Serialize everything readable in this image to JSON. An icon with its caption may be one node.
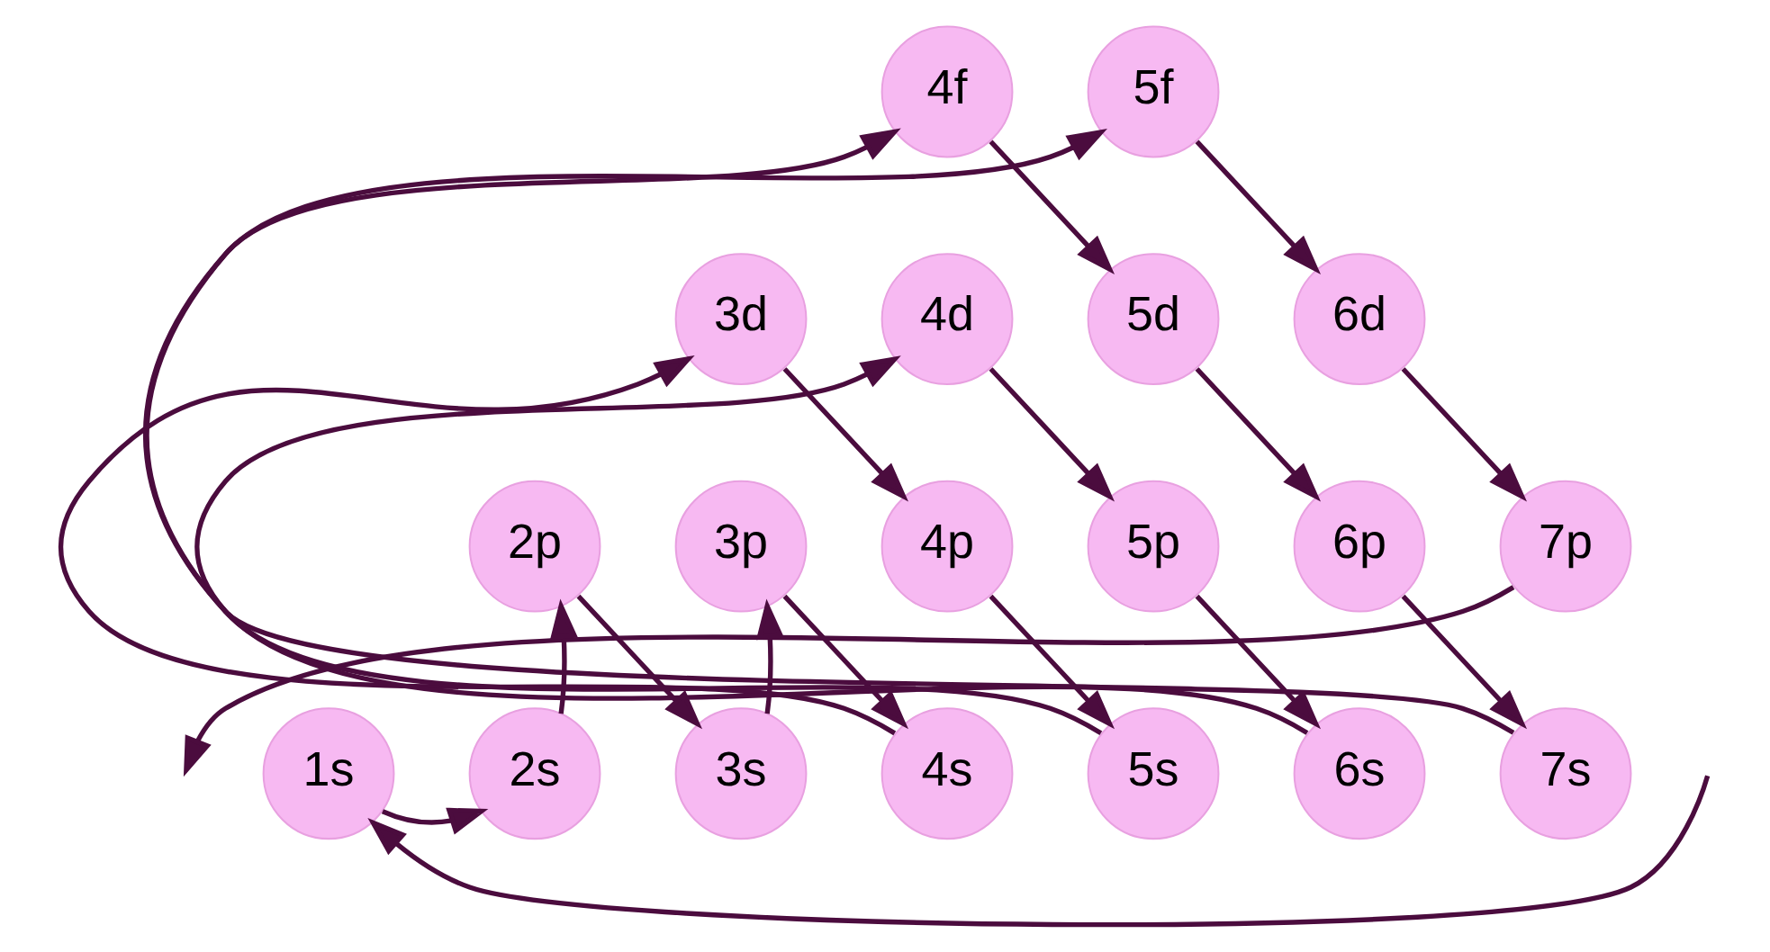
{
  "diagram": {
    "nodes": [
      {
        "text": [
          "4f"
        ]
      },
      {
        "text": [
          "5f"
        ]
      },
      {
        "text": [
          "3d"
        ]
      },
      {
        "text": [
          "4d"
        ]
      },
      {
        "text": [
          "5d"
        ]
      },
      {
        "text": [
          "6d"
        ]
      },
      {
        "text": [
          "2p"
        ]
      },
      {
        "text": [
          "3p"
        ]
      },
      {
        "text": [
          "4p"
        ]
      },
      {
        "text": [
          "5p"
        ]
      },
      {
        "text": [
          "6p"
        ]
      },
      {
        "text": [
          "7p"
        ]
      },
      {
        "text": [
          "1s"
        ]
      },
      {
        "text": [
          "2s"
        ]
      },
      {
        "text": [
          "3s"
        ]
      },
      {
        "text": [
          "4s"
        ]
      },
      {
        "text": [
          "5s"
        ]
      },
      {
        "text": [
          "6s"
        ]
      },
      {
        "text": [
          "7s"
        ]
      }
    ],
    "edges": [
      {
        "from": null,
        "to": 12,
        "arrow": "to"
      },
      {
        "from": 12,
        "to": 13,
        "arrow": "to"
      },
      {
        "from": 13,
        "to": 6,
        "arrow": "to"
      },
      {
        "from": 6,
        "to": 14,
        "arrow": "to"
      },
      {
        "from": 14,
        "to": 7,
        "arrow": "to"
      },
      {
        "from": 7,
        "to": 15,
        "arrow": "to"
      },
      {
        "from": 15,
        "to": 2,
        "arrow": "to"
      },
      {
        "from": 2,
        "to": 8,
        "arrow": "to"
      },
      {
        "from": 8,
        "to": 16,
        "arrow": "to"
      },
      {
        "from": 16,
        "to": 3,
        "arrow": "to"
      },
      {
        "from": 3,
        "to": 9,
        "arrow": "to"
      },
      {
        "from": 9,
        "to": 17,
        "arrow": "to"
      },
      {
        "from": 17,
        "to": 0,
        "arrow": "to"
      },
      {
        "from": 0,
        "to": 4,
        "arrow": "to"
      },
      {
        "from": 4,
        "to": 10,
        "arrow": "to"
      },
      {
        "from": 10,
        "to": 18,
        "arrow": "to"
      },
      {
        "from": 18,
        "to": 1,
        "arrow": "to"
      },
      {
        "from": 1,
        "to": 5,
        "arrow": "to"
      },
      {
        "from": 5,
        "to": 11,
        "arrow": "to"
      },
      {
        "from": 11,
        "to": null,
        "arrow": "to"
      }
    ]
  }
}
